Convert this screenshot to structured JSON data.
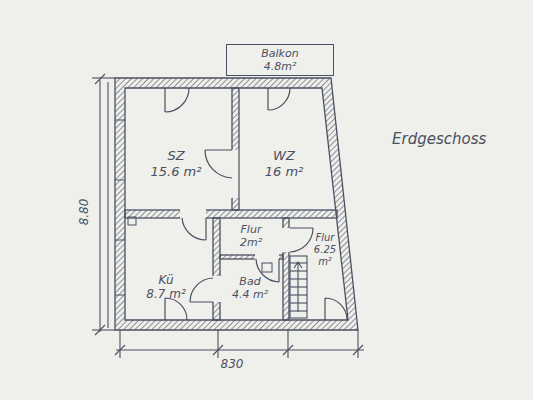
{
  "diagram": {
    "title": "Erdgeschoss",
    "nodes": [
      {
        "text": [
          "Balkon",
          "4.8m²"
        ]
      },
      {
        "text": [
          "SZ",
          "15.6 m²"
        ]
      },
      {
        "text": [
          "WZ",
          "16 m²"
        ]
      },
      {
        "text": [
          "Kü",
          "8.7 m²"
        ]
      },
      {
        "text": [
          "Flur",
          "2m²"
        ]
      },
      {
        "text": [
          "Bad",
          "4.4 m²"
        ]
      },
      {
        "text": [
          "Flur",
          "6.25 m²"
        ]
      }
    ],
    "labels": [
      "8.80",
      "830"
    ]
  }
}
